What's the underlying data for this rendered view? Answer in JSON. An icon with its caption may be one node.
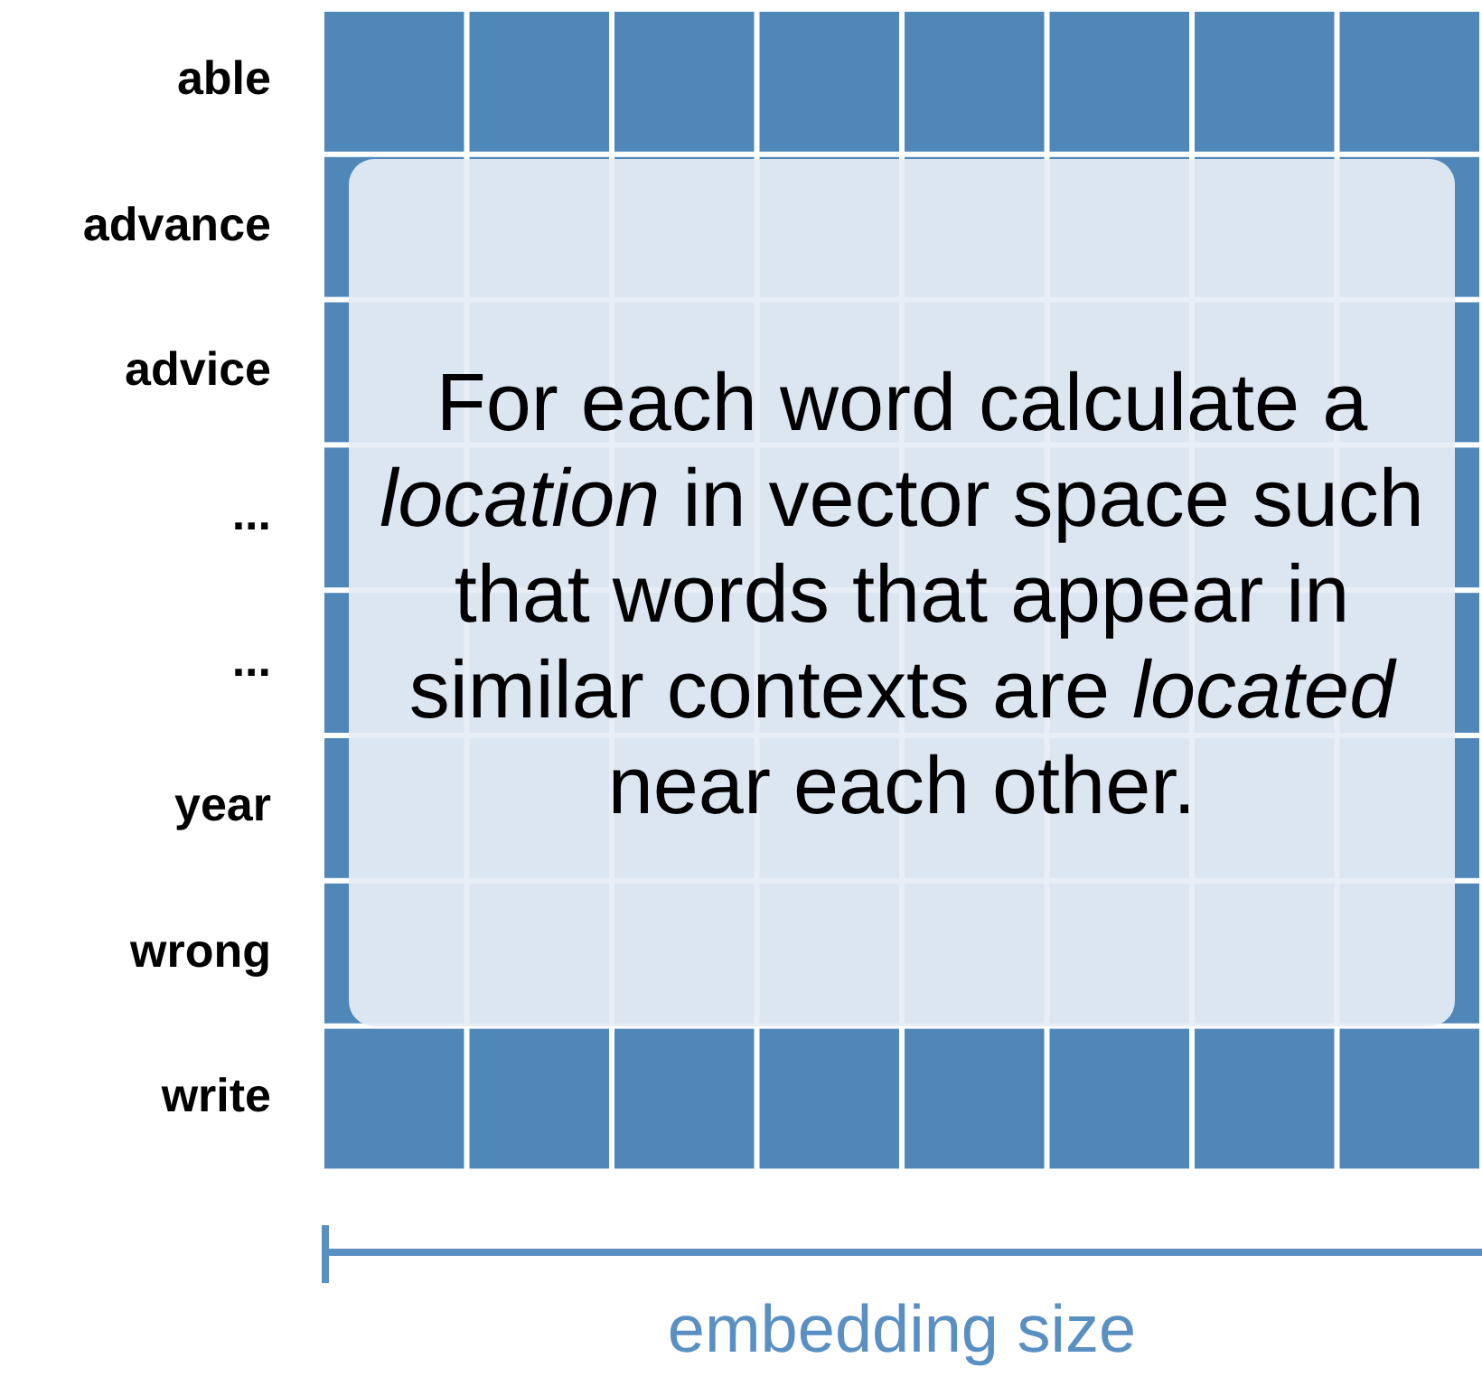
{
  "diagram": {
    "nodes": [
      {
        "text": [
          "For each word calculate a *location* in vector space such that words that appear in similar contexts are *located* near each other."
        ]
      }
    ],
    "labels": [
      "able",
      "advance",
      "advice",
      "...",
      "...",
      "year",
      "wrong",
      "write",
      "embedding size"
    ]
  }
}
